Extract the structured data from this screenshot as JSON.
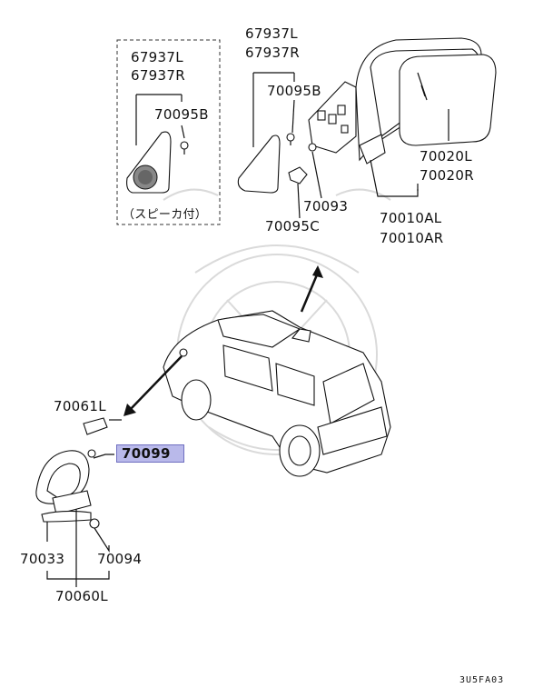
{
  "labels": {
    "p67937_l": "67937L",
    "p67937_r": "67937R",
    "p70095b_a": "70095B",
    "speaker_note": "（スピーカ付）",
    "p67937_l2": "67937L",
    "p67937_r2": "67937R",
    "p70095b_b": "70095B",
    "p70093": "70093",
    "p70095c": "70095C",
    "p70020_l": "70020L",
    "p70020_r": "70020R",
    "p70010_al": "70010AL",
    "p70010_ar": "70010AR",
    "p70061_l": "70061L",
    "p70099": "70099",
    "p70033": "70033",
    "p70094": "70094",
    "p70060_l": "70060L",
    "diagram_code": "3U5FA03"
  },
  "highlight_color": "#b9b9ea"
}
